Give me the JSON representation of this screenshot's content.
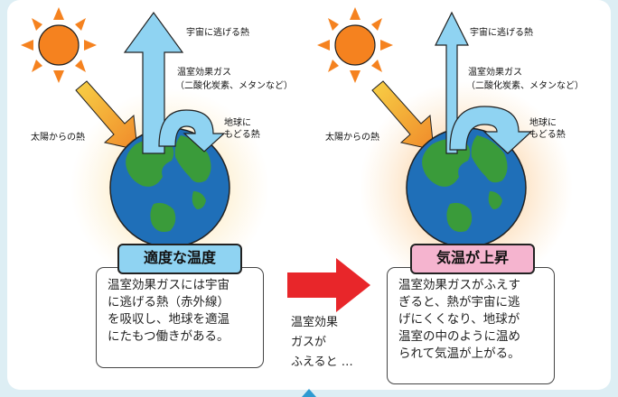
{
  "left": {
    "escape_label": "宇宙に逃げる熱",
    "gas_label_line1": "温室効果ガス",
    "gas_label_line2": "（二酸化炭素、メタンなど）",
    "sun_label": "太陽からの熱",
    "return_label_line1": "地球に",
    "return_label_line2": "もどる熱",
    "tag": "適度な温度",
    "desc_lines": [
      "温室効果ガスには宇宙",
      "に逃げる熱（赤外線）",
      "を吸収し、地球を適温",
      "にたもつ働きがある。"
    ]
  },
  "middle": {
    "lines": [
      "温室効果",
      "ガスが",
      "ふえると …"
    ]
  },
  "right": {
    "escape_label": "宇宙に逃げる熱",
    "gas_label_line1": "温室効果ガス",
    "gas_label_line2": "（二酸化炭素、メタンなど）",
    "sun_label": "太陽からの熱",
    "return_label_line1": "地球に",
    "return_label_line2": "もどる熱",
    "tag": "気温が上昇",
    "desc_lines": [
      "温室効果ガスがふえす",
      "ぎると、熱が宇宙に逃",
      "げにくくなり、地球が",
      "温室の中のように温め",
      "られて気温が上がる。"
    ]
  },
  "colors": {
    "sun": "#f5821f",
    "sun_rays": "#f5821f",
    "heat_arrow": "#f2a12a",
    "escape_arrow": "#8fd3f2",
    "ocean": "#1f6fb8",
    "land": "#3a9b3a",
    "red_arrow": "#e8262a",
    "tag_blue": "#8fd3f2",
    "tag_pink": "#f5b4cf"
  }
}
